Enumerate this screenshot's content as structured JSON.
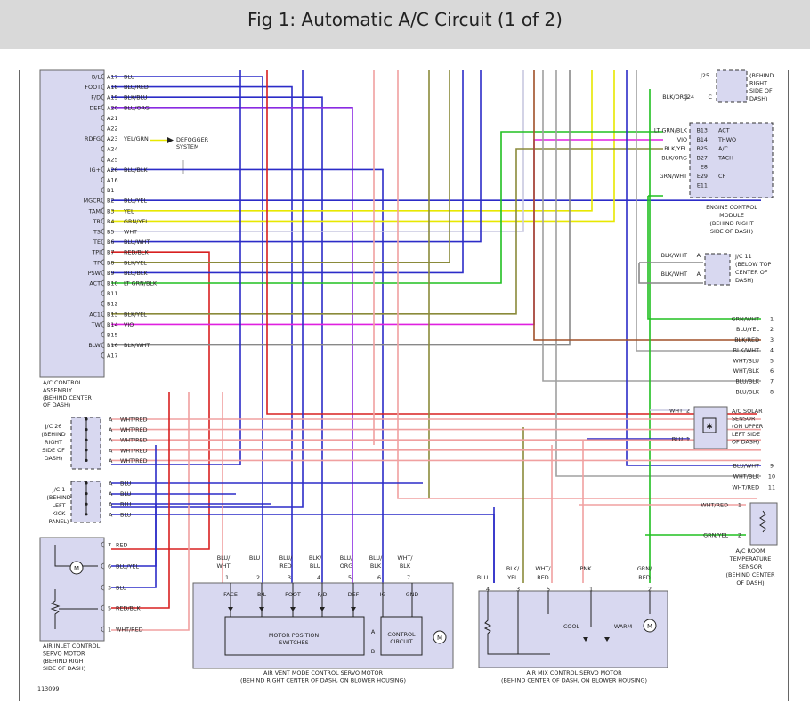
{
  "page": {
    "title": "Fig 1: Automatic A/C Circuit (1 of 2)"
  },
  "colors": {
    "header_bg": "#d9d9d9",
    "module_fill": "#d8d8f0",
    "wire_blue": "#2c2cc8",
    "wire_red": "#d82020",
    "wire_yellow": "#e8e800",
    "wire_green": "#20c020",
    "wire_magenta": "#e020e0",
    "wire_brown": "#a05028",
    "wire_violet": "#8a2be2",
    "wire_gray": "#a0a0a0",
    "wire_white": "#c8c8e0",
    "wire_pink": "#f0a0a0",
    "wire_olive": "#8a8a3a"
  },
  "diagram": {
    "acm": {
      "caption": [
        "A/C CONTROL",
        "ASSEMBLY",
        "(BEHIND CENTER",
        "OF DASH)"
      ],
      "pins": [
        {
          "func": "B/L",
          "pin": "A17",
          "color": "BLU"
        },
        {
          "func": "FOOT",
          "pin": "A18",
          "color": "BLU/RED"
        },
        {
          "func": "F/D",
          "pin": "A19",
          "color": "BLK/BLU"
        },
        {
          "func": "DEF",
          "pin": "A20",
          "color": "BLU/ORG"
        },
        {
          "func": "",
          "pin": "A21",
          "color": ""
        },
        {
          "func": "",
          "pin": "A22",
          "color": ""
        },
        {
          "func": "RDFG",
          "pin": "A23",
          "color": "YEL/GRN"
        },
        {
          "func": "",
          "pin": "A24",
          "color": ""
        },
        {
          "func": "",
          "pin": "A25",
          "color": ""
        },
        {
          "func": "IG+",
          "pin": "A26",
          "color": "BLU/BLK"
        },
        {
          "func": "",
          "pin": "A16",
          "color": ""
        },
        {
          "func": "",
          "pin": "B1",
          "color": ""
        },
        {
          "func": "MGCR",
          "pin": "B2",
          "color": "BLU/YEL"
        },
        {
          "func": "TAM",
          "pin": "B3",
          "color": "YEL"
        },
        {
          "func": "TR",
          "pin": "B4",
          "color": "GRN/YEL"
        },
        {
          "func": "TS",
          "pin": "B5",
          "color": "WHT"
        },
        {
          "func": "TE",
          "pin": "B6",
          "color": "BLU/WHT"
        },
        {
          "func": "TPI",
          "pin": "B7",
          "color": "RED/BLK"
        },
        {
          "func": "TP",
          "pin": "B8",
          "color": "BLK/YEL"
        },
        {
          "func": "PSW",
          "pin": "B9",
          "color": "BLU/BLK"
        },
        {
          "func": "ACT",
          "pin": "B10",
          "color": "LT GRN/BLK"
        },
        {
          "func": "",
          "pin": "B11",
          "color": ""
        },
        {
          "func": "",
          "pin": "B12",
          "color": ""
        },
        {
          "func": "AC1",
          "pin": "B13",
          "color": "BLK/YEL"
        },
        {
          "func": "TW",
          "pin": "B14",
          "color": "VIO"
        },
        {
          "func": "",
          "pin": "B15",
          "color": ""
        },
        {
          "func": "BLW",
          "pin": "B16",
          "color": "BLK/WHT"
        },
        {
          "func": "",
          "pin": "A17",
          "color": ""
        }
      ],
      "defogger": "DEFOGGER SYSTEM"
    },
    "ecm": {
      "j25_label": "J25",
      "j25_note": [
        "(BEHIND",
        "RIGHT",
        "SIDE OF",
        "DASH)"
      ],
      "j25_pin": "C",
      "j25_wire": "BLK/ORG",
      "j24_label": "J24",
      "pins": [
        {
          "wire": "LT GRN/BLK",
          "pin": "B13",
          "func": "ACT"
        },
        {
          "wire": "VIO",
          "pin": "B14",
          "func": "THWO"
        },
        {
          "wire": "BLK/YEL",
          "pin": "B25",
          "func": "A/C"
        },
        {
          "wire": "BLK/ORG",
          "pin": "B27",
          "func": "TACH"
        },
        {
          "wire": "",
          "pin": "E8",
          "func": ""
        },
        {
          "wire": "GRN/WHT",
          "pin": "E29",
          "func": "CF"
        },
        {
          "wire": "",
          "pin": "E11",
          "func": ""
        }
      ],
      "caption": [
        "ENGINE CONTROL",
        "MODULE",
        "(BEHIND RIGHT",
        "SIDE OF DASH)"
      ]
    },
    "jc11": {
      "label": [
        "J/C 11",
        "(BELOW TOP",
        "CENTER OF",
        "DASH)"
      ],
      "pins": [
        {
          "wire": "BLK/WHT",
          "pin": "A"
        },
        {
          "wire": "BLK/WHT",
          "pin": "A"
        }
      ]
    },
    "right_terms": [
      {
        "wire": "GRN/WHT",
        "num": "1"
      },
      {
        "wire": "BLU/YEL",
        "num": "2"
      },
      {
        "wire": "BLK/RED",
        "num": "3"
      },
      {
        "wire": "BLK/WHT",
        "num": "4"
      },
      {
        "wire": "WHT/BLU",
        "num": "5"
      },
      {
        "wire": "WHT/BLK",
        "num": "6"
      },
      {
        "wire": "BLU/BLK",
        "num": "7"
      },
      {
        "wire": "BLU/BLK",
        "num": "8"
      },
      {
        "wire": "BLU/WHT",
        "num": "9"
      },
      {
        "wire": "WHT/BLK",
        "num": "10"
      },
      {
        "wire": "WHT/RED",
        "num": "11"
      }
    ],
    "solar": {
      "label": [
        "A/C SOLAR",
        "SENSOR",
        "(ON UPPER",
        "LEFT SIDE",
        "OF DASH)"
      ],
      "pins": [
        {
          "wire": "WHT",
          "pin": "2"
        },
        {
          "wire": "BLU",
          "pin": "1"
        }
      ]
    },
    "room": {
      "label": [
        "A/C ROOM",
        "TEMPERATURE",
        "SENSOR",
        "(BEHIND CENTER",
        "OF DASH)"
      ],
      "pins": [
        {
          "wire": "WHT/RED",
          "pin": "1"
        },
        {
          "wire": "GRN/YEL",
          "pin": "2"
        }
      ]
    },
    "jc26": {
      "label": [
        "J/C 26",
        "(BEHIND",
        "RIGHT",
        "SIDE OF",
        "DASH)"
      ],
      "pins": [
        {
          "pin": "A",
          "wire": "WHT/RED"
        },
        {
          "pin": "A",
          "wire": "WHT/RED"
        },
        {
          "pin": "A",
          "wire": "WHT/RED"
        },
        {
          "pin": "A",
          "wire": "WHT/RED"
        },
        {
          "pin": "A",
          "wire": "WHT/RED"
        }
      ]
    },
    "jc1": {
      "label": [
        "J/C 1",
        "(BEHIND",
        "LEFT",
        "KICK",
        "PANEL)"
      ],
      "pins": [
        {
          "pin": "A",
          "wire": "BLU"
        },
        {
          "pin": "A",
          "wire": "BLU"
        },
        {
          "pin": "A",
          "wire": "BLU"
        },
        {
          "pin": "A",
          "wire": "BLU"
        }
      ]
    },
    "inlet": {
      "pins": [
        {
          "pin": "7",
          "wire": "RED"
        },
        {
          "pin": "6",
          "wire": "BLU/YEL"
        },
        {
          "pin": "3",
          "wire": "BLU"
        },
        {
          "pin": "5",
          "wire": "RED/BLK"
        },
        {
          "pin": "1",
          "wire": "WHT/RED"
        }
      ],
      "caption": [
        "AIR INLET CONTROL",
        "SERVO MOTOR",
        "(BEHIND RIGHT",
        "SIDE OF DASH)"
      ]
    },
    "vent": {
      "wires": [
        {
          "w1": "BLU/",
          "w2": "WHT",
          "pin": "1",
          "func": "FACE"
        },
        {
          "w1": "BLU",
          "w2": "",
          "pin": "2",
          "func": "B/L"
        },
        {
          "w1": "BLU/",
          "w2": "RED",
          "pin": "3",
          "func": "FOOT"
        },
        {
          "w1": "BLK/",
          "w2": "BLU",
          "pin": "4",
          "func": "F/D"
        },
        {
          "w1": "BLU/",
          "w2": "ORG",
          "pin": "5",
          "func": "DEF"
        },
        {
          "w1": "BLU/",
          "w2": "BLK",
          "pin": "6",
          "func": "IG"
        },
        {
          "w1": "WHT/",
          "w2": "BLK",
          "pin": "7",
          "func": "GND"
        }
      ],
      "motor_pos": [
        "MOTOR POSITION",
        "SWITCHES"
      ],
      "control": [
        "CONTROL",
        "CIRCUIT"
      ],
      "a_label": "A",
      "b_label": "B",
      "caption": [
        "AIR VENT MODE CONTROL SERVO MOTOR",
        "(BEHIND RIGHT CENTER OF DASH, ON BLOWER HOUSING)"
      ]
    },
    "mix": {
      "wires": [
        {
          "w1": "BLU",
          "w2": "",
          "pin": "4"
        },
        {
          "w1": "BLK/",
          "w2": "YEL",
          "pin": "3"
        },
        {
          "w1": "WHT/",
          "w2": "RED",
          "pin": "5"
        },
        {
          "w1": "PNK",
          "w2": "",
          "pin": "1"
        },
        {
          "w1": "GRN/",
          "w2": "RED",
          "pin": "2"
        }
      ],
      "cool": "COOL",
      "warm": "WARM",
      "caption": [
        "AIR MIX CONTROL SERVO MOTOR",
        "(BEHIND CENTER OF DASH, ON BLOWER HOUSING)"
      ]
    },
    "motor_glyph": "M",
    "figure_id": "113099"
  }
}
